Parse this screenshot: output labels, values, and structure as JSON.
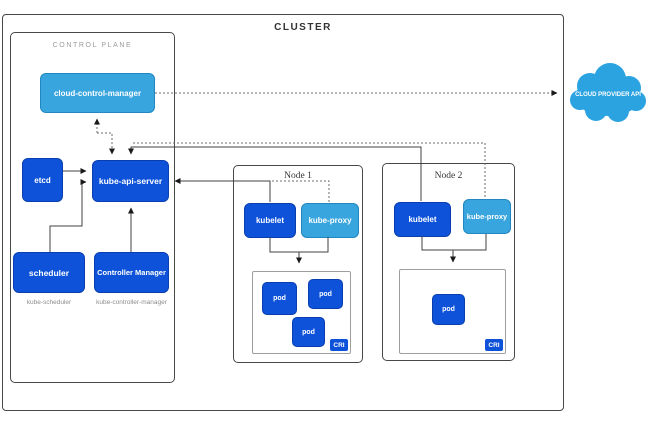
{
  "cluster": {
    "label": "CLUSTER"
  },
  "control_plane": {
    "label": "CONTROL PLANE",
    "boxes": {
      "cloud_control_manager": "cloud-control-manager",
      "etcd": "etcd",
      "kube_api_server": "kube-api-server",
      "scheduler": "scheduler",
      "controller_manager": "Controller Manager"
    },
    "sublabels": {
      "scheduler": "kube-scheduler",
      "controller_manager": "kube-controller-manager"
    }
  },
  "nodes": [
    {
      "label": "Node 1",
      "kubelet": "kubelet",
      "kube_proxy": "kube-proxy",
      "cri_label": "CRI",
      "pods": [
        "pod",
        "pod",
        "pod"
      ]
    },
    {
      "label": "Node 2",
      "kubelet": "kubelet",
      "kube_proxy": "kube-proxy",
      "cri_label": "CRI",
      "pods": [
        "pod"
      ]
    }
  ],
  "external": {
    "cloud_provider_api": "CLOUD PROVIDER API"
  },
  "colors": {
    "primary_blue": "#0d52d9",
    "light_blue": "#38a5de",
    "cloud_blue": "#2ba3e0",
    "line_dark": "#424242",
    "line_dashed": "#6b6b6b"
  }
}
